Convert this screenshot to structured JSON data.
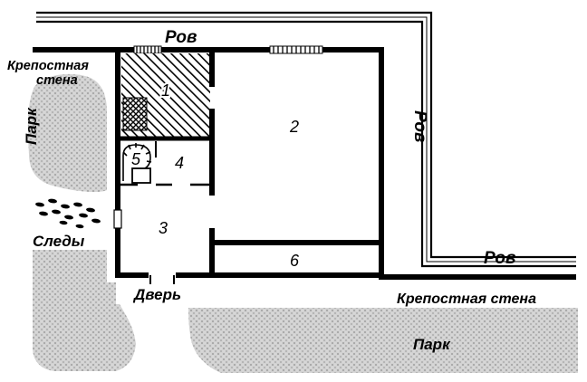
{
  "labels": {
    "moat_top": "Ров",
    "moat_right": "Ров",
    "moat_bottom": "Ров",
    "fortress_wall_left": "Крепостная",
    "fortress_wall_left_2": "стена",
    "fortress_wall_bottom": "Крепостная стена",
    "park_left": "Парк",
    "park_bottom": "Парк",
    "footprints": "Следы",
    "door": "Дверь"
  },
  "rooms": {
    "r1": "1",
    "r2": "2",
    "r3": "3",
    "r4": "4",
    "r5": "5",
    "r6": "6"
  },
  "colors": {
    "ink": "#000000",
    "park_gray": "#bdbdbd",
    "background": "#ffffff"
  }
}
